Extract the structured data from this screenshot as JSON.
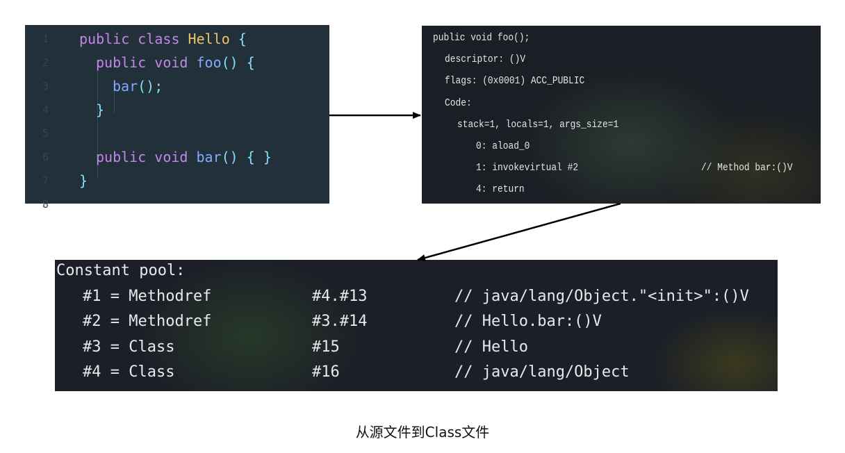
{
  "source_code": {
    "lines": [
      {
        "num": "1",
        "parts": [
          {
            "t": "public class ",
            "c": "kw"
          },
          {
            "t": "Hello",
            "c": "cls"
          },
          {
            "t": " {",
            "c": "punc"
          }
        ]
      },
      {
        "num": "2",
        "parts": [
          {
            "t": "public void ",
            "c": "kw"
          },
          {
            "t": "foo",
            "c": "fn"
          },
          {
            "t": "() {",
            "c": "punc"
          }
        ]
      },
      {
        "num": "3",
        "parts": [
          {
            "t": "bar",
            "c": "fn"
          },
          {
            "t": "();",
            "c": "punc"
          }
        ]
      },
      {
        "num": "4",
        "parts": [
          {
            "t": "}",
            "c": "punc"
          }
        ]
      },
      {
        "num": "5",
        "parts": []
      },
      {
        "num": "6",
        "parts": [
          {
            "t": "public void ",
            "c": "kw"
          },
          {
            "t": "bar",
            "c": "fn"
          },
          {
            "t": "() { }",
            "c": "punc"
          }
        ]
      },
      {
        "num": "7",
        "parts": [
          {
            "t": "}",
            "c": "punc"
          }
        ]
      },
      {
        "num": "8",
        "parts": []
      }
    ]
  },
  "bytecode": {
    "lines": [
      "public void foo();",
      "descriptor: ()V",
      "flags: (0x0001) ACC_PUBLIC",
      "Code:",
      "stack=1, locals=1, args_size=1",
      "0: aload_0",
      "1: invokevirtual #2",
      "4: return"
    ],
    "comment": "// Method bar:()V"
  },
  "constant_pool": {
    "header": "Constant pool:",
    "entries": [
      {
        "index": "#1 = Methodref",
        "ref": "#4.#13",
        "comment": "// java/lang/Object.\"<init>\":()V"
      },
      {
        "index": "#2 = Methodref",
        "ref": "#3.#14",
        "comment": "// Hello.bar:()V"
      },
      {
        "index": "#3 = Class",
        "ref": "#15",
        "comment": "// Hello"
      },
      {
        "index": "#4 = Class",
        "ref": "#16",
        "comment": "// java/lang/Object"
      }
    ]
  },
  "caption": "从源文件到Class文件"
}
